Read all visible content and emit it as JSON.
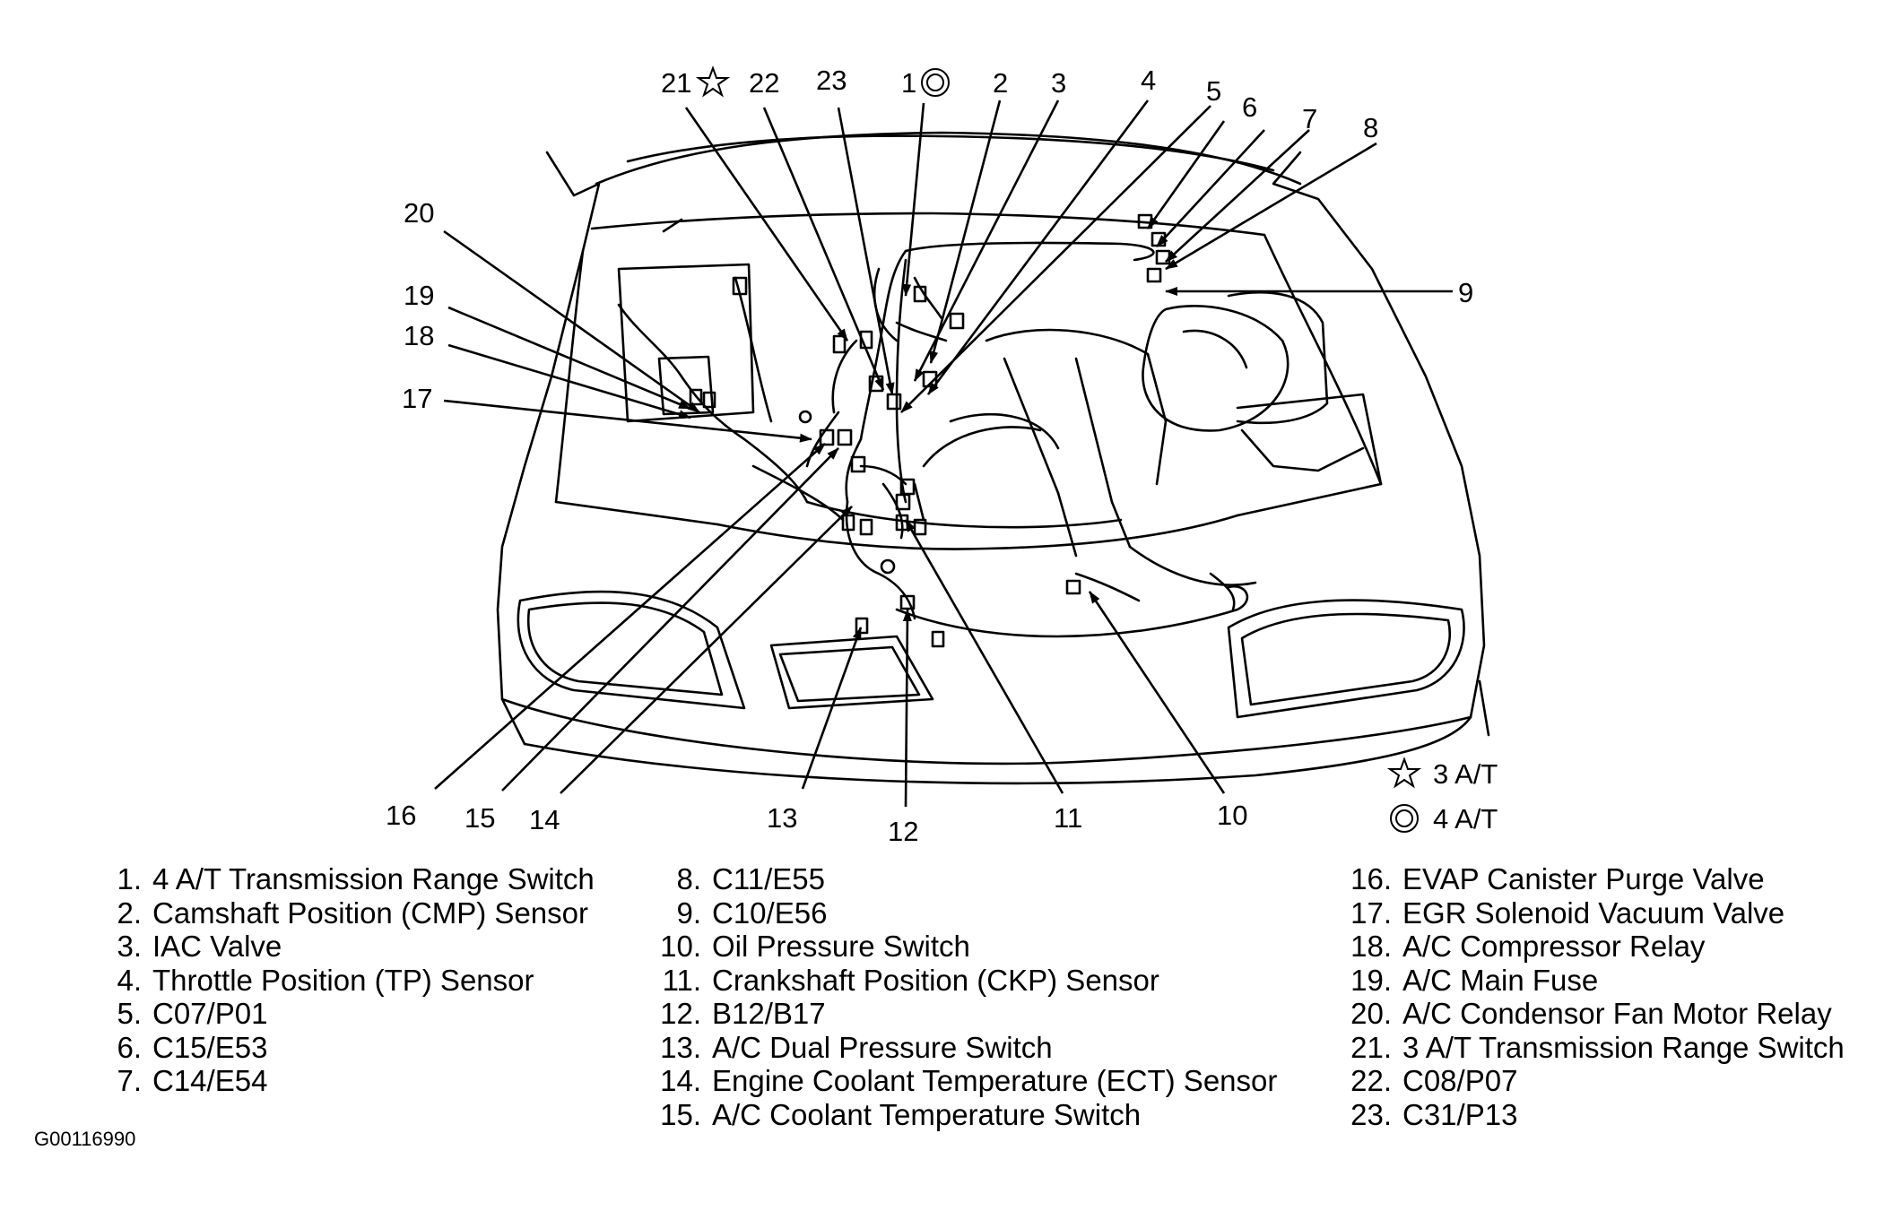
{
  "figure_id": "G00116990",
  "callouts": [
    "1",
    "2",
    "3",
    "4",
    "5",
    "6",
    "7",
    "8",
    "9",
    "10",
    "11",
    "12",
    "13",
    "14",
    "15",
    "16",
    "17",
    "18",
    "19",
    "20",
    "21",
    "22",
    "23"
  ],
  "symbol_legend": [
    {
      "symbol": "star",
      "label": "3 A/T"
    },
    {
      "symbol": "double-circle",
      "label": "4 A/T"
    }
  ],
  "components": {
    "col1": [
      {
        "num": "1.",
        "name": "4 A/T Transmission Range Switch"
      },
      {
        "num": "2.",
        "name": "Camshaft Position (CMP) Sensor"
      },
      {
        "num": "3.",
        "name": "IAC Valve"
      },
      {
        "num": "4.",
        "name": "Throttle Position (TP) Sensor"
      },
      {
        "num": "5.",
        "name": "C07/P01"
      },
      {
        "num": "6.",
        "name": "C15/E53"
      },
      {
        "num": "7.",
        "name": "C14/E54"
      }
    ],
    "col2": [
      {
        "num": "8.",
        "name": "C11/E55"
      },
      {
        "num": "9.",
        "name": "C10/E56"
      },
      {
        "num": "10.",
        "name": "Oil Pressure Switch"
      },
      {
        "num": "11.",
        "name": "Crankshaft Position (CKP) Sensor"
      },
      {
        "num": "12.",
        "name": "B12/B17"
      },
      {
        "num": "13.",
        "name": "A/C Dual Pressure Switch"
      },
      {
        "num": "14.",
        "name": "Engine Coolant Temperature (ECT) Sensor"
      },
      {
        "num": "15.",
        "name": "A/C Coolant Temperature Switch"
      }
    ],
    "col3": [
      {
        "num": "16.",
        "name": "EVAP Canister Purge Valve"
      },
      {
        "num": "17.",
        "name": "EGR Solenoid Vacuum Valve"
      },
      {
        "num": "18.",
        "name": "A/C Compressor Relay"
      },
      {
        "num": "19.",
        "name": "A/C Main Fuse"
      },
      {
        "num": "20.",
        "name": "A/C Condensor Fan Motor Relay"
      },
      {
        "num": "21.",
        "name": "3 A/T Transmission Range Switch"
      },
      {
        "num": "22.",
        "name": "C08/P07"
      },
      {
        "num": "23.",
        "name": "C31/P13"
      }
    ]
  }
}
